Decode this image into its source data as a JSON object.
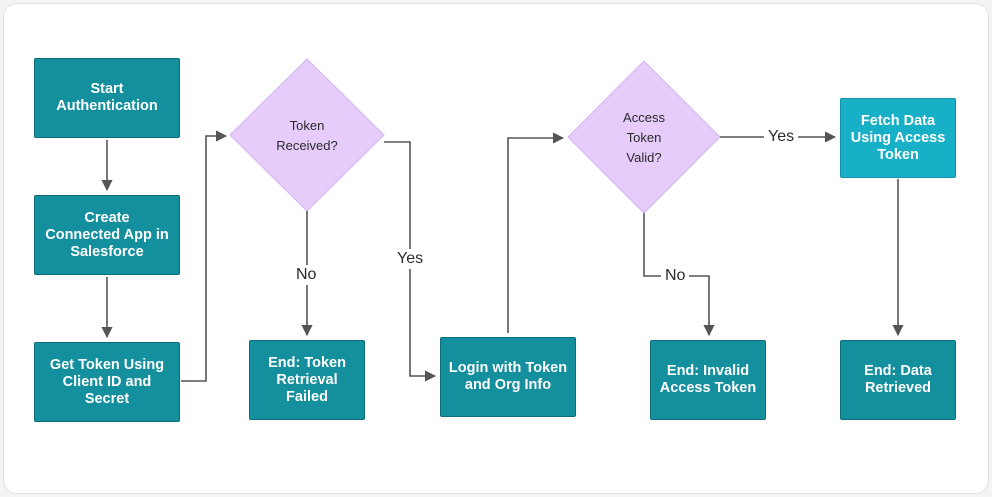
{
  "colors": {
    "process": "#148f9e",
    "process_border": "#0f6d78",
    "highlight": "#17b0c7",
    "highlight_border": "#1192a6",
    "decision_fill": "#e6ccfa",
    "decision_border": "#d6b4f2",
    "line": "#555555"
  },
  "nodes": {
    "start": "Start\nAuthentication",
    "create_app": "Create\nConnected App in\nSalesforce",
    "get_token": "Get Token Using\nClient ID and\nSecret",
    "token_received": "Token\nReceived?",
    "end_token_failed": "End: Token\nRetrieval Failed",
    "login": "Login with Token\nand Org Info",
    "access_valid": "Access\nToken\nValid?",
    "end_invalid": "End: Invalid\nAccess Token",
    "fetch_data": "Fetch Data\nUsing Access\nToken",
    "end_data": "End: Data\nRetrieved"
  },
  "edges": {
    "token_no": "No",
    "token_yes": "Yes",
    "valid_no": "No",
    "valid_yes": "Yes"
  }
}
